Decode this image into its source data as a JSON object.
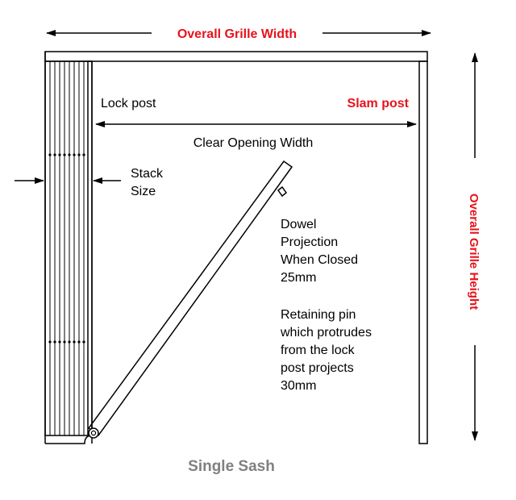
{
  "labels": {
    "overall_width": "Overall Grille Width",
    "overall_height": "Overall  Grille  Height",
    "lock_post": "Lock post",
    "slam_post": "Slam post",
    "clear_opening": "Clear Opening Width",
    "stack_size": [
      "Stack",
      "Size"
    ],
    "dowel_note": [
      "Dowel",
      "Projection",
      "When Closed",
      "25mm"
    ],
    "pin_note": [
      "Retaining pin",
      "which protrudes",
      "from the lock",
      "post projects",
      "30mm"
    ],
    "caption": "Single Sash"
  },
  "colors": {
    "accent": "#e8121a",
    "caption": "#808080",
    "line": "#000000"
  }
}
